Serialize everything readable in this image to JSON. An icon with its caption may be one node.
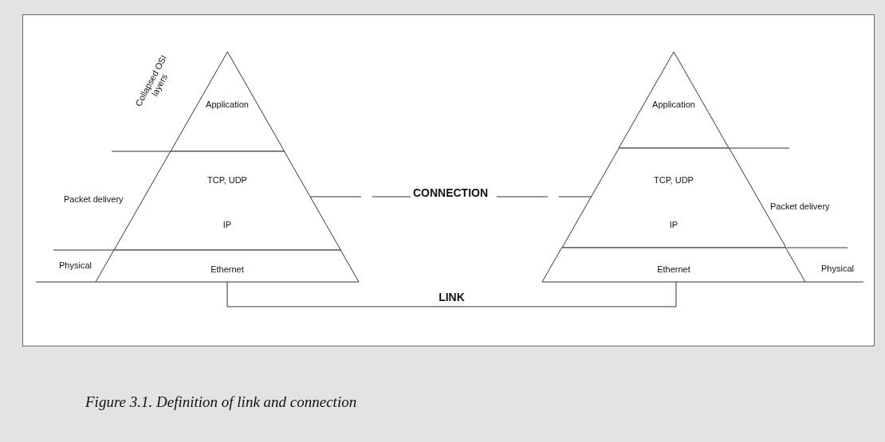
{
  "diagram": {
    "caption": "Figure 3.1. Definition of link and connection",
    "nodes": [
      {
        "text": [
          "Application"
        ]
      },
      {
        "text": [
          "TCP, UDP",
          "IP"
        ]
      },
      {
        "text": [
          "Ethernet"
        ]
      },
      {
        "text": [
          "Application"
        ]
      },
      {
        "text": [
          "TCP, UDP",
          "IP"
        ]
      },
      {
        "text": [
          "Ethernet"
        ]
      }
    ],
    "edges": [
      {
        "from": 1,
        "to": 4,
        "arrow": "none",
        "label": "CONNECTION",
        "style": "dashed"
      },
      {
        "from": 2,
        "to": 5,
        "arrow": "none",
        "label": "LINK"
      }
    ],
    "labels": [
      "Collapsed OSI layers",
      "Packet delivery",
      "Physical",
      "Packet delivery",
      "Physical"
    ]
  }
}
